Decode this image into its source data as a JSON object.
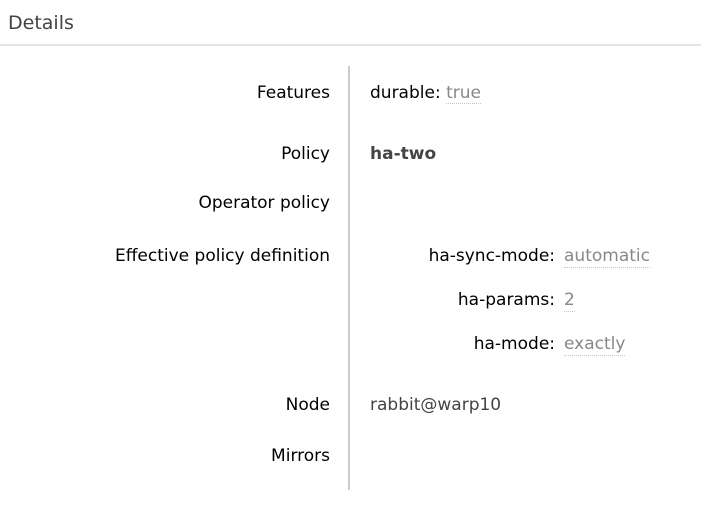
{
  "section": {
    "title": "Details"
  },
  "colors": {
    "title_text": "#444444",
    "label_text": "#000000",
    "muted_value_text": "#888888",
    "strong_value_text": "#444444",
    "divider": "#cccccc",
    "rule": "#e4e4e4",
    "background": "#ffffff"
  },
  "facts": {
    "rows": [
      {
        "label": "Features",
        "pairs": [
          {
            "key": "durable:",
            "value": "true"
          }
        ]
      },
      {
        "label": "Policy",
        "value": "ha-two"
      },
      {
        "label": "Operator policy",
        "value": ""
      },
      {
        "label": "Effective policy definition",
        "pairs": [
          {
            "key": "ha-sync-mode:",
            "value": "automatic"
          },
          {
            "key": "ha-params:",
            "value": "2"
          },
          {
            "key": "ha-mode:",
            "value": "exactly"
          }
        ]
      },
      {
        "label": "Node",
        "value": "rabbit@warp10"
      },
      {
        "label": "Mirrors",
        "value": ""
      }
    ]
  }
}
